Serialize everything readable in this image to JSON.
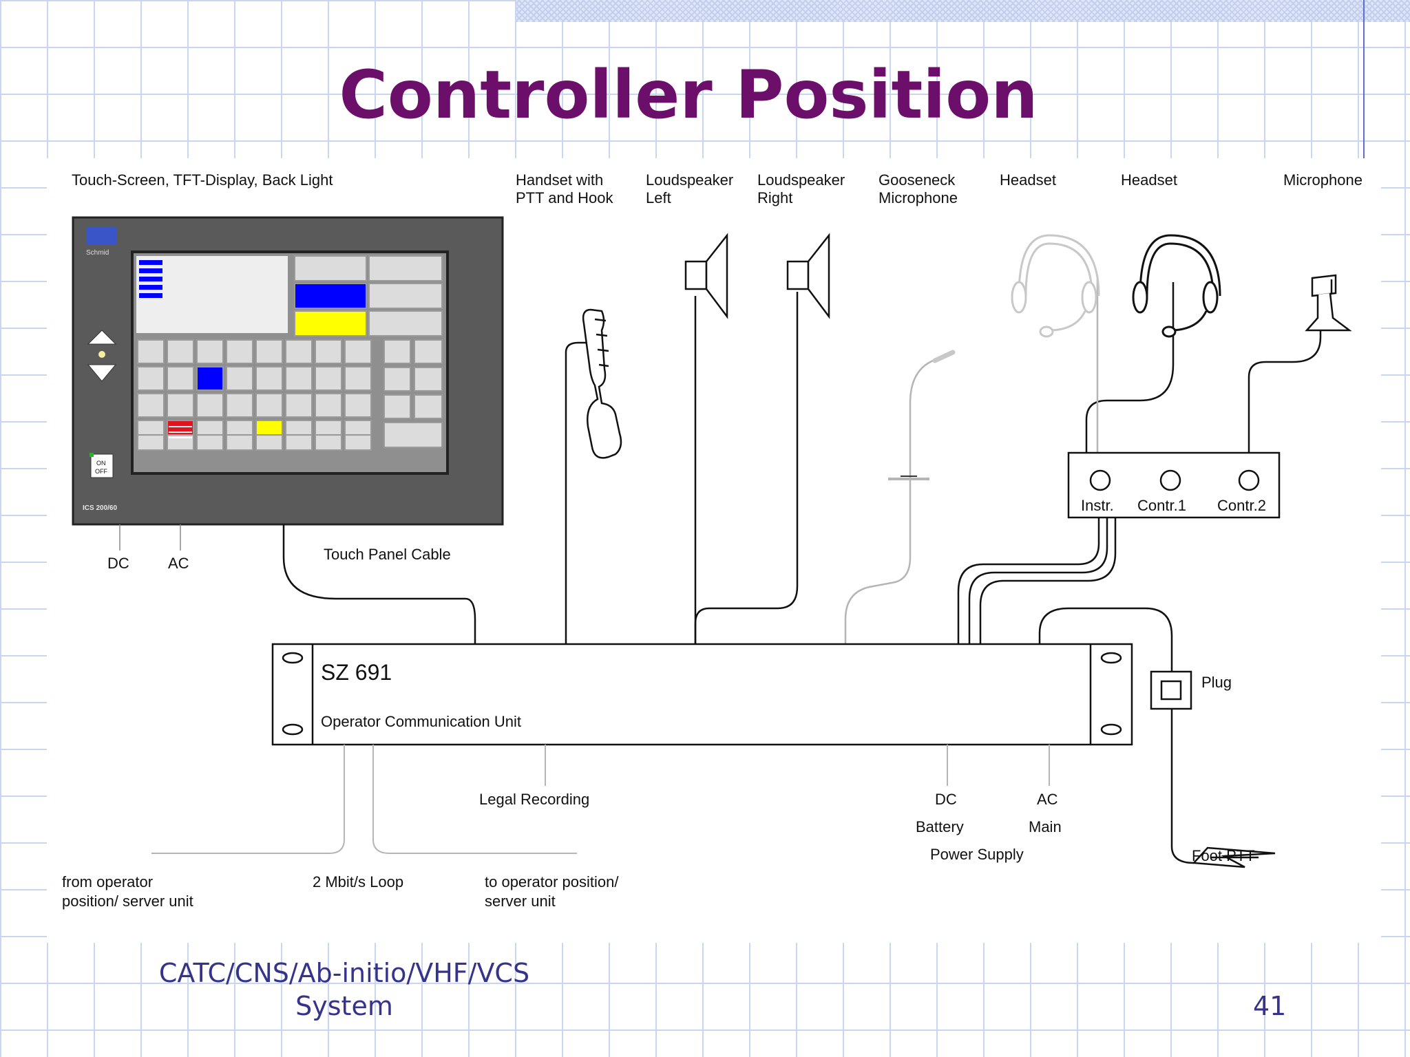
{
  "title": "Controller Position",
  "labels": {
    "touch_screen": "Touch-Screen, TFT-Display, Back Light",
    "handset_1": "Handset with",
    "handset_2": "PTT and Hook",
    "ls_left_1": "Loudspeaker",
    "ls_left_2": "Left",
    "ls_right_1": "Loudspeaker",
    "ls_right_2": "Right",
    "gooseneck_1": "Gooseneck",
    "gooseneck_2": "Microphone",
    "headset_1": "Headset",
    "headset_2": "Headset",
    "microphone": "Microphone",
    "dc_top": "DC",
    "ac_top": "AC",
    "touch_cable": "Touch Panel Cable",
    "jack_instr": "Instr.",
    "jack_c1": "Contr.1",
    "jack_c2": "Contr.2",
    "plug": "Plug",
    "unit_name": "SZ 691",
    "unit_desc": "Operator Communication Unit",
    "legal_recording": "Legal Recording",
    "dc_bottom": "DC",
    "ac_bottom": "AC",
    "battery": "Battery",
    "main": "Main",
    "power_supply": "Power Supply",
    "foot_ptt": "Foot PTT",
    "from_op_1": "from operator",
    "from_op_2": "position/ server unit",
    "loop": "2 Mbit/s Loop",
    "to_op_1": "to operator position/",
    "to_op_2": "server unit",
    "panel_brand": "Schmid",
    "panel_model": "ICS 200/60",
    "panel_on": "ON",
    "panel_off": "OFF",
    "panel_plus": "+",
    "panel_minus": "−"
  },
  "footer": {
    "course_line1": "CATC/CNS/Ab-initio/VHF/VCS",
    "course_line2": "System",
    "page_number": "41"
  },
  "colors": {
    "title": "#6b0f6b",
    "footer": "#35338a",
    "grid": "#c9d6f2",
    "panel_frame": "#5a5a5a",
    "key_blue": "#0000ff",
    "key_yellow": "#ffff00",
    "key_red": "#e0141e"
  }
}
